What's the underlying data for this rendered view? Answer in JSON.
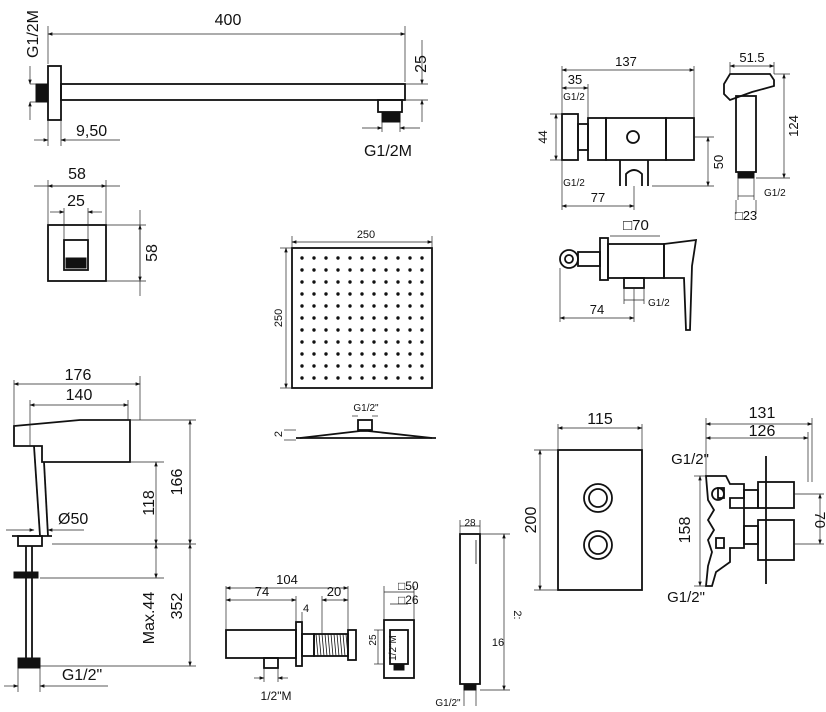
{
  "shower_arm": {
    "length": "400",
    "height": "25",
    "inlet_thread": "G1/2M",
    "outlet_thread": "G1/2M",
    "wall_offset": "9,50"
  },
  "square_flange": {
    "width": "58",
    "inner": "25",
    "height": "58"
  },
  "shower_head": {
    "width": "250",
    "height": "250",
    "thickness": "2",
    "thread": "G1/2\""
  },
  "bidet_spray_valve": {
    "length": "137",
    "offset": "35",
    "thread_top": "G1/2",
    "thread_bottom": "G1/2",
    "height": "44",
    "center_height": "50",
    "depth": "77"
  },
  "hand_spray": {
    "width": "51.5",
    "length": "124",
    "thread": "G1/2",
    "square": "□23"
  },
  "wall_valve": {
    "square": "□70",
    "depth": "74",
    "thread": "G1/2"
  },
  "basin_mixer": {
    "total_reach": "176",
    "spout_reach": "140",
    "diameter": "Ø50",
    "spout_height": "118",
    "total_height": "166",
    "max_deck": "Max.44",
    "shank_length": "352",
    "thread": "G1/2\""
  },
  "wall_outlet_elbow": {
    "total": "104",
    "body": "74",
    "extension": "20",
    "gap": "4",
    "thread": "1/2\"M",
    "square_outer": "□50",
    "square_inner": "□26",
    "inner_height": "25",
    "side_thread": "1/2\"M"
  },
  "hand_shower": {
    "width": "28",
    "height": "16",
    "cut_label": "2:",
    "thread": "G1/2\""
  },
  "thermostatic_plate": {
    "width": "115",
    "height": "200"
  },
  "concealed_body": {
    "total_depth": "131",
    "depth": "126",
    "thread_top": "G1/2\"",
    "thread_bottom": "G1/2\"",
    "height": "158",
    "spacing": "70"
  }
}
